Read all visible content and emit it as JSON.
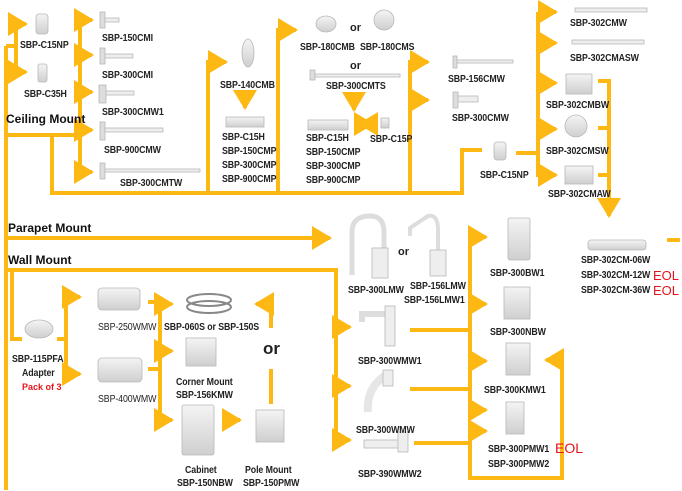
{
  "colors": {
    "connector": "#FDB813",
    "eol": "#E8141B",
    "product": "#E6E6E6",
    "product_edge": "#B8B8B8"
  },
  "sections": {
    "ceiling": "Ceiling Mount",
    "parapet": "Parapet Mount",
    "wall": "Wall Mount"
  },
  "or_label": "or",
  "ceiling": {
    "adapters": [
      "SBP-C15NP",
      "SBP-C35H"
    ],
    "pendants": [
      "SBP-150CMI",
      "SBP-300CMI",
      "SBP-300CMW1",
      "SBP-900CMW",
      "SBP-300CMTW"
    ],
    "cmb_group": {
      "top": "SBP-140CMB",
      "list": [
        "SBP-C15H",
        "SBP-150CMP",
        "SBP-300CMP",
        "SBP-900CMP"
      ]
    },
    "cms_group": {
      "option_a": "SBP-180CMB",
      "option_b": "SBP-180CMS",
      "option_c": "SBP-300CMTS",
      "list": [
        "SBP-C15H",
        "SBP-150CMP",
        "SBP-300CMP",
        "SBP-900CMP"
      ],
      "coupler": "SBP-C15P"
    },
    "right_group": {
      "items": [
        "SBP-156CMW",
        "SBP-300CMW"
      ],
      "adapter": "SBP-C15NP"
    },
    "far_right": [
      "SBP-302CMW",
      "SBP-302CMASW",
      "SBP-302CMBW",
      "SBP-302CMSW",
      "SBP-302CMAW"
    ],
    "extensions": [
      "SBP-302CM-06W",
      "SBP-302CM-12W",
      "SBP-302CM-36W"
    ],
    "extension_eol": [
      "",
      "EOL",
      "EOL"
    ]
  },
  "parapet": {
    "option_a": "SBP-300LMW",
    "option_b": [
      "SBP-156LMW",
      "SBP-156LMW1"
    ]
  },
  "wall": {
    "adapter": {
      "name": "SBP-115PFA",
      "sub": "Adapter",
      "note": "Pack of 3"
    },
    "arms": [
      "SBP-250WMW",
      "SBP-400WMW"
    ],
    "accessories": {
      "straps": "SBP-060S or SBP-150S",
      "corner_title": "Corner Mount",
      "corner_model": "SBP-156KMW",
      "cabinet_title": "Cabinet",
      "cabinet_model": "SBP-150NBW",
      "pole_title": "Pole Mount",
      "pole_model": "SBP-150PMW"
    },
    "ptz_arms": [
      "SBP-300WMW1",
      "SBP-300WMW",
      "SBP-390WMW2"
    ],
    "ptz_accessories": [
      "SBP-300BW1",
      "SBP-300NBW",
      "SBP-300KMW1",
      "SBP-300PMW1",
      "SBP-300PMW2"
    ],
    "ptz_eol": "EOL"
  }
}
